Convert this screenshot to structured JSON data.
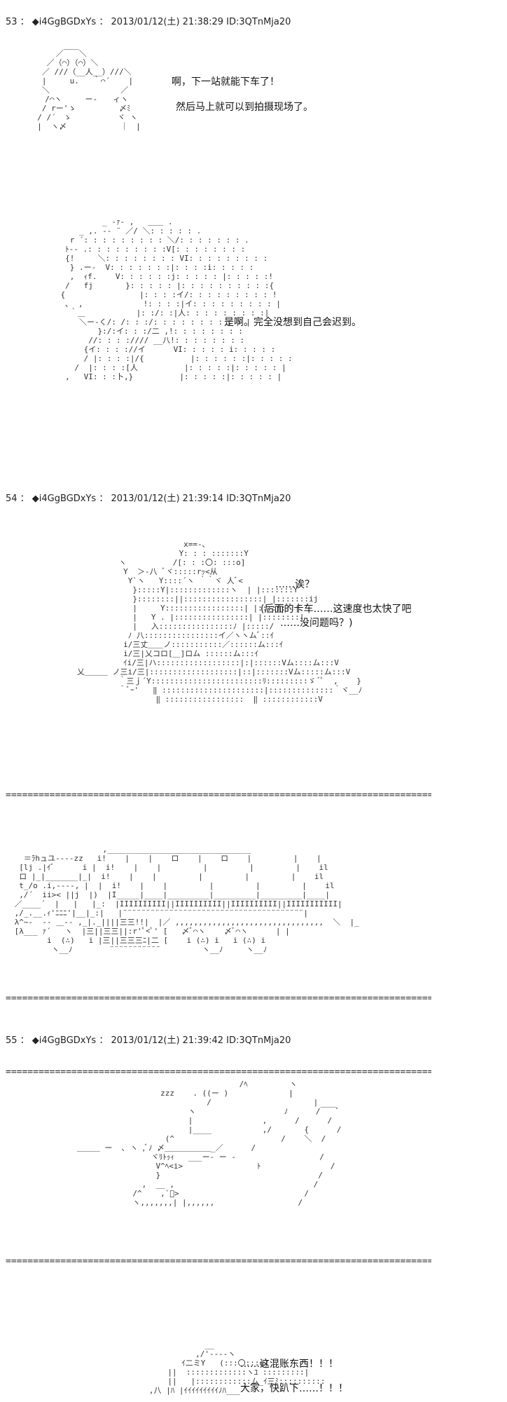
{
  "posts": [
    {
      "header": "53 ： ◆i4GgBGDxYs ： 2013/01/12(土) 21:38:29 ID:3QTnMja20"
    },
    {
      "header": "54 ： ◆i4GgBGDxYs ： 2013/01/12(土) 21:39:14 ID:3QTnMja20"
    },
    {
      "header": "55 ： ◆i4GgBGDxYs ： 2013/01/12(土) 21:39:42 ID:3QTnMja20"
    }
  ],
  "dialogues": {
    "d1": "啊，下一站就能下车了！",
    "d2": "然后马上就可以到拍摄现场了。",
    "d3": "是啊。完全没想到自己会迟到。",
    "d4": "……诶？",
    "d5": "(后面的卡车……这速度也太快了吧",
    "d6": "　　……没问题吗？)",
    "d7": "……这混账东西！！！",
    "d8": "大家，快趴下……！！！"
  },
  "art": {
    "a1": "      ／￣￣＼\n    ／（⌒）（⌒）＼\n   ／ ///（__人__）///＼\n   |     u.   ｀⌒´    |\n   ＼   　　　  　　  ／\n  　/⌒ヽ　　　ー‐　　ィヽ\n   / rー'ゝ　　　　 　〆ﾐ\n  / /´　ゝ　　　　　　ヾ ヽ\n  |  ヽ〆　　　　　　　｜　|",
    "a2": "             _ -ｧ- ,   ＿＿ .\n        _ ,. -‐ ¨ ／/ ＼: : : : : .\n      r ´: : : : : : : : : ＼/: : : : : : : .\n     ﾄ-‐ .: : : : : : : : :V[: : : : : : : :\n     {!     ＼: : : : : : : : VI: : : : : : : : :\n      } .ー‐  V: : : : : : :|: : : :i: : : : :\n      ,  ｨf.    V: : : : : :j: : : : : |: : : : :!\n     /   fj       }: : : : : |: : : : : : : : : :{\n    {                |: : : :イ/: : : : : : : : : !\n     ､  ,             !: : : :|イ: : : : : : : : : |\n      ｀＿           |: :/: :|人: : : : : : : : :|\n        ＼ー‐く/: /: : :/: : : : : : : : : : |\n            }:/:イ: : :/二 ,!: : : : : : : :\n          //: : : ://// __八!: : : : : : : :\n         {イ: : : ://イ      VI: : : : : i: : : : :\n         / |: : : :|/{          |: : : : : :|: : : : :\n       /  |: : : :[人          |: : : : :|: : : : : |\n     ,   VI: : :卜,}          |: : : : :|: : : : : |",
    "a3": "                          x==-､\n                         Y: : : :::::::Y\n            ヽ          /[: : :〇: :::o]\n             Y  ＞-八 ﾞヾ:::::rｯ<从\n              Y`ヽ   Y::::´ヽ ｀｀ヾ 人ﾞ<\n               }:::::Y|:::::::::::::ヽ  | |:::::::Y\n               }::::::::||:::::::::::::::::| |:::::::ij\n               |     Y:::::::::::::::::| |::::::::|\n               |   Y . |::::::::::::::::| |::::::::|\n               |   入::::::::::::::::ﾉ |:::::/\n              ﾉ 八::::::::::::::::イ／ヽヽムﾞ::ｲ\n             i/三丈＿＿ノ:::::::::::／::::::ム:::ｲ\n             i/三|乂コロ[＿]ロム ::::::ム:::ｲ\n             ｲi/三|ハ::::::::::::::::::|:|::::::Vム::::ム:::V\n   乂＿＿＿ ノ三i/三|:::::::::::::::::::|::|:::::::Vム:::::ム:::V\n            ｀三ｊ´Y::::::::::::::::::::::::ﾘ:::::::::ゞ´ﾟ  ,    }\n            ｀ﾞｰ'   ‖ ::::::::::::::::::::::|::::::::::::::｀ヾ__ﾉ\n                    ‖ :::::::::::::::::  ‖ ::::::::::::V",
    "a4": "                    ,_______________________________\n   ＝ﾗhュユ‐‐‐‐zz   i!    |    |    ロ    |    ロ    |         |    |\n  [lj .|ｲﾞ      i |  i!    |    |         |         |         |    il\n  ロ |_|_______|_|  i!    |    |         |         |         |    il\n  t_/o .i,----, |  |  i!    |    |         |         |         |    il\n  ,/´  ii>< ||j  |)  |I_____|____|_________|_________|_________|____|\n ／____´  |   |   |_:  |IIIIIIIIII||IIIIIIIIII||IIIIIIIIII||IIIIIIIIIII|\n ,/_.__.ｨ'ﾆﾆﾆ'|__|_:|   |¨¨¨¨¨¨¨¨¨¨¨¨¨¨¨¨¨¨¨¨¨¨¨¨¨¨¨¨¨¨¨¨¨¨¨¨¨¨¨|\n λ^~‐  ‐‐ ＿-- ,_|._||||三三!!|  |／ ,,,,,,,,,,,,,,,,,,,,,,,,,,,,,,,,  ＼  |_\n [λ___ ｧ´   ヽ  |三||三三||:r'ﾟ<ﾟ' [   〆ﾞ⌒ヽ    〆ﾞ⌒ヽ      | |\n        i  (∴)   i |三||三三三ﾆ|二 [    i (∴) i   i (∴) i\n         ヽ__ﾉ        ¨¨¨¨¨¨¨¨¨¨¨         ヽ__ﾉ     ヽ__ﾉ",
    "a5": "                                      /ﾍ         ヽ\n                     zzz    . ((ー )             |\n                               /                      |\n                           ヽ                   ﾉ      /￣￣ﾞ\n                           |               ,      /      /\n                           |____           ,/       {      /\n                      (^                       /    ＼  /\n   ＿＿＿ ー  ､ ヽ ,ﾞﾉ 〆＿＿＿＿＿＿_／      /\n                   ヾﾘﾄｯｨ   ___ー‐ ー ‐                  /\n                    V^ﾍ<i>                ﾄ               /\n                    }                                  /\n                 ,  __ ,                              /\n               /^    ,`ﾞ>                           /\n               ヽ,,,,,,,| |,,,,,,                  /",
    "a6": "                       __\n                     ,/'‐‐‐‐ヽ\n                  ｲ二ミY   (:::〇:::o)\n               ||  :::::::::::::ヽﾕ :::::::::|\n               ||   |::::::::::::ム_ｲ三ﾐ::::::::::\n           ,八 |ﾊ |ｲｲｲｲｲｲｲｲｲﾉﾊ___"
  }
}
